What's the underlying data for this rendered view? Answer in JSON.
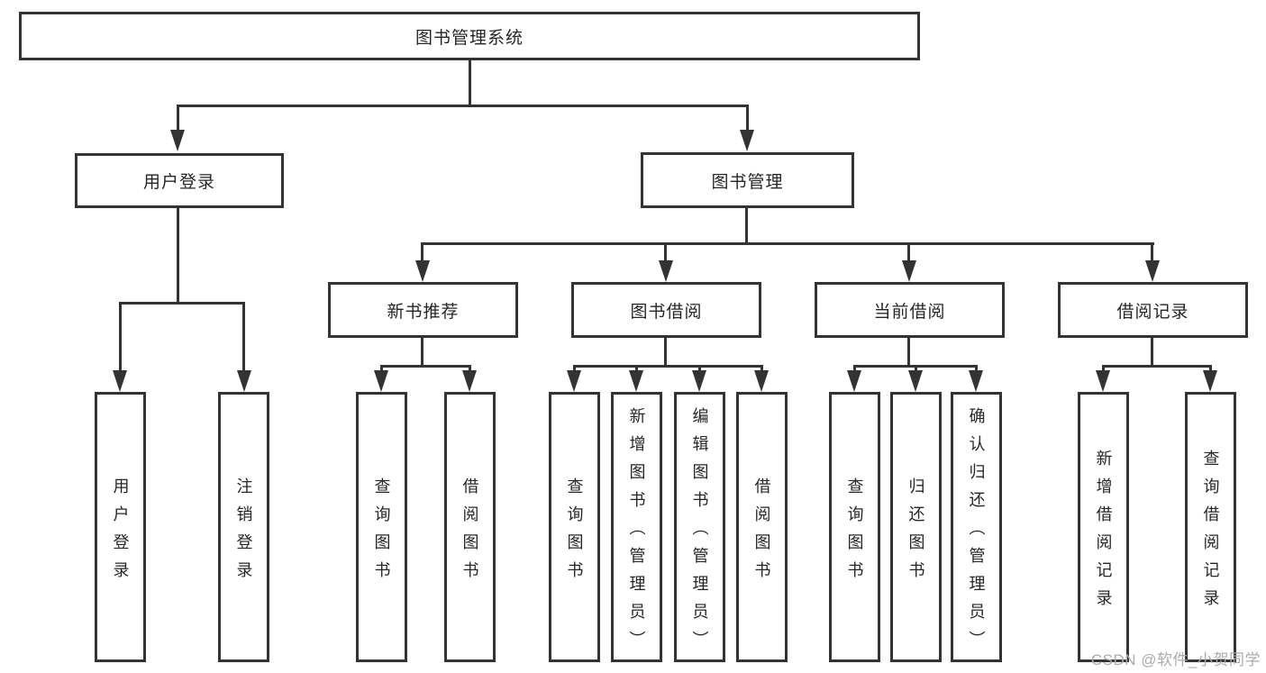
{
  "diagram": {
    "title": "图书管理系统",
    "type": "tree",
    "colors": {
      "line": "#333333",
      "border": "#333333",
      "text": "#262626",
      "background": "#ffffff",
      "watermark": "#ababab"
    },
    "root": {
      "label": "图书管理系统"
    },
    "level2": [
      {
        "label": "用户登录",
        "parent": "图书管理系统"
      },
      {
        "label": "图书管理",
        "parent": "图书管理系统"
      }
    ],
    "level3": [
      {
        "label": "新书推荐",
        "parent": "图书管理"
      },
      {
        "label": "图书借阅",
        "parent": "图书管理"
      },
      {
        "label": "当前借阅",
        "parent": "图书管理"
      },
      {
        "label": "借阅记录",
        "parent": "图书管理"
      }
    ],
    "leaves": [
      {
        "label": "用户登录",
        "parent": "用户登录"
      },
      {
        "label": "注销登录",
        "parent": "用户登录"
      },
      {
        "label": "查询图书",
        "parent": "新书推荐"
      },
      {
        "label": "借阅图书",
        "parent": "新书推荐"
      },
      {
        "label": "查询图书",
        "parent": "图书借阅"
      },
      {
        "label": "新增图书（管理员）",
        "parent": "图书借阅"
      },
      {
        "label": "编辑图书（管理员）",
        "parent": "图书借阅"
      },
      {
        "label": "借阅图书",
        "parent": "图书借阅"
      },
      {
        "label": "查询图书",
        "parent": "当前借阅"
      },
      {
        "label": "归还图书",
        "parent": "当前借阅"
      },
      {
        "label": "确认归还（管理员）",
        "parent": "当前借阅"
      },
      {
        "label": "新增借阅记录",
        "parent": "借阅记录"
      },
      {
        "label": "查询借阅记录",
        "parent": "借阅记录"
      }
    ],
    "watermark": "CSDN @软件_小贺同学"
  }
}
